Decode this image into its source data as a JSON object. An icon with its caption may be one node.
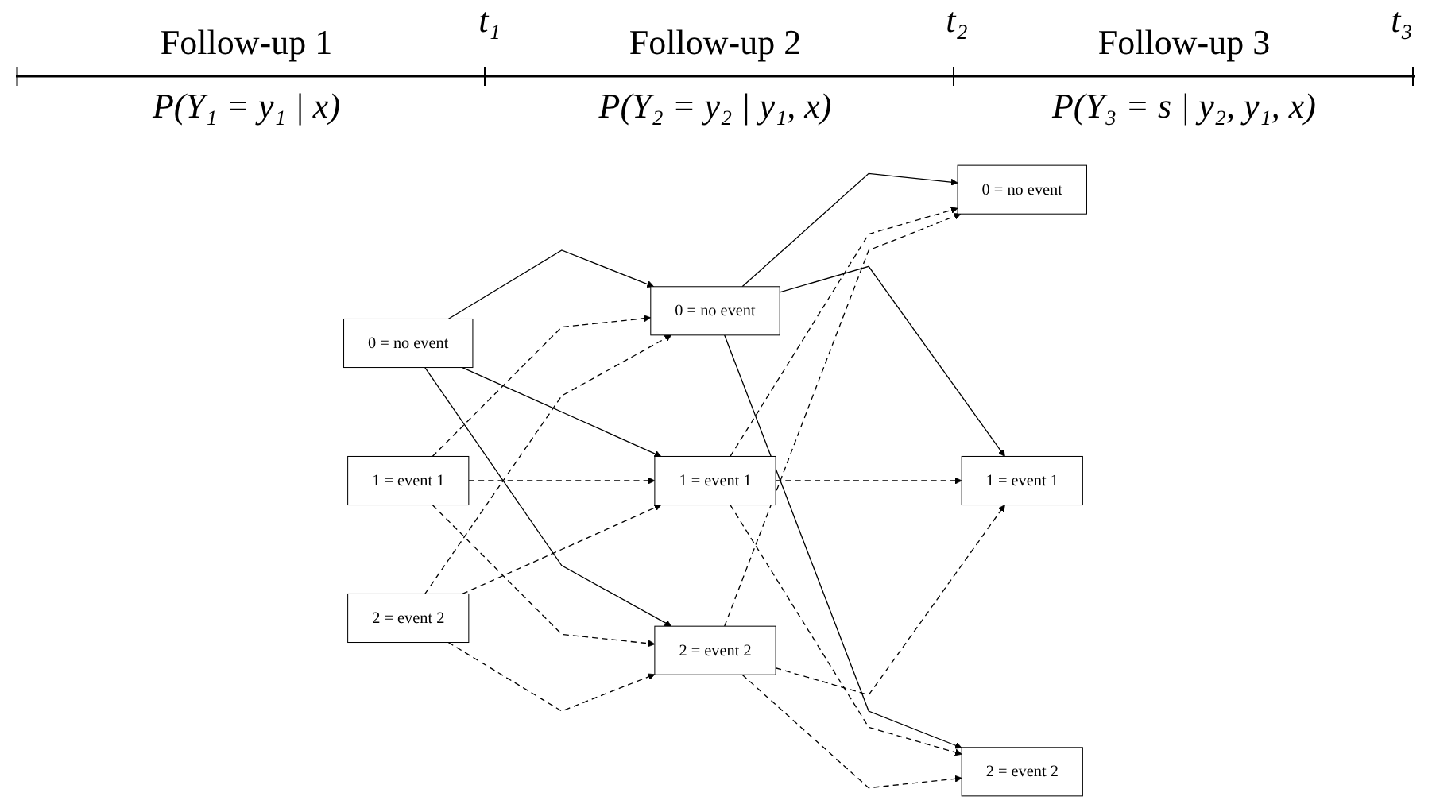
{
  "diagram": {
    "nodes": [
      {
        "text": [
          "0 = no event"
        ]
      },
      {
        "text": [
          "1 = event 1"
        ]
      },
      {
        "text": [
          "2 = event 2"
        ]
      },
      {
        "text": [
          "0 = no event"
        ]
      },
      {
        "text": [
          "1 = event 1"
        ]
      },
      {
        "text": [
          "2 = event 2"
        ]
      },
      {
        "text": [
          "0 = no event"
        ]
      },
      {
        "text": [
          "1 = event 1"
        ]
      },
      {
        "text": [
          "2 = event 2"
        ]
      }
    ],
    "edges": [
      {
        "from": 0,
        "to": 3,
        "arrow": "to"
      },
      {
        "from": 0,
        "to": 4,
        "arrow": "to"
      },
      {
        "from": 0,
        "to": 5,
        "arrow": "to"
      },
      {
        "from": 1,
        "to": 3,
        "arrow": "to",
        "style": "dashed"
      },
      {
        "from": 1,
        "to": 4,
        "arrow": "to",
        "style": "dashed"
      },
      {
        "from": 1,
        "to": 5,
        "arrow": "to",
        "style": "dashed"
      },
      {
        "from": 2,
        "to": 3,
        "arrow": "to",
        "style": "dashed"
      },
      {
        "from": 2,
        "to": 4,
        "arrow": "to",
        "style": "dashed"
      },
      {
        "from": 2,
        "to": 5,
        "arrow": "to",
        "style": "dashed"
      },
      {
        "from": 3,
        "to": 6,
        "arrow": "to"
      },
      {
        "from": 3,
        "to": 7,
        "arrow": "to"
      },
      {
        "from": 3,
        "to": 8,
        "arrow": "to"
      },
      {
        "from": 4,
        "to": 6,
        "arrow": "to",
        "style": "dashed"
      },
      {
        "from": 4,
        "to": 7,
        "arrow": "to",
        "style": "dashed"
      },
      {
        "from": 4,
        "to": 8,
        "arrow": "to",
        "style": "dashed"
      },
      {
        "from": 5,
        "to": 6,
        "arrow": "to",
        "style": "dashed"
      },
      {
        "from": 5,
        "to": 7,
        "arrow": "to",
        "style": "dashed"
      },
      {
        "from": 5,
        "to": 8,
        "arrow": "to",
        "style": "dashed"
      }
    ],
    "labels": [
      "Follow-up 1",
      "t₁",
      "Follow-up 2",
      "t₂",
      "Follow-up 3",
      "t₃",
      "P(Y₁ = y₁ | x)",
      "P(Y₂ = y₂ | y₁, x)",
      "P(Y₃ = s | y₂, y₁, x)"
    ]
  }
}
